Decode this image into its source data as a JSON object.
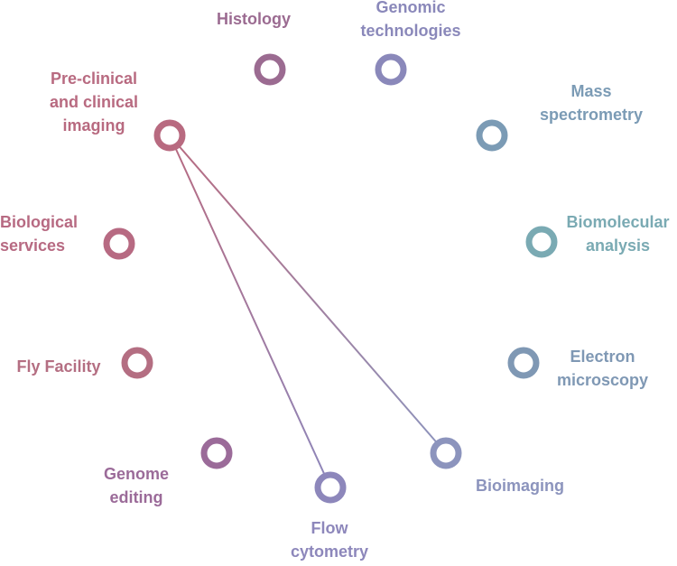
{
  "diagram": {
    "nodes": [
      {
        "id": "histology",
        "label": "Histology",
        "color": "#9b6b91"
      },
      {
        "id": "genomic",
        "label": "Genomic\ntechnologies",
        "color": "#8a88ba"
      },
      {
        "id": "mass",
        "label": "Mass\nspectrometry",
        "color": "#7b9bb5"
      },
      {
        "id": "biomolecular",
        "label": "Biomolecular\nanalysis",
        "color": "#7aaab3"
      },
      {
        "id": "electron",
        "label": "Electron\nmicroscopy",
        "color": "#7f98b4"
      },
      {
        "id": "bioimaging",
        "label": "Bioimaging",
        "color": "#8c94bd"
      },
      {
        "id": "flow",
        "label": "Flow\ncytometry",
        "color": "#8d87bb"
      },
      {
        "id": "genome",
        "label": "Genome\nediting",
        "color": "#9b6b99"
      },
      {
        "id": "fly",
        "label": "Fly Facility",
        "color": "#b46e82"
      },
      {
        "id": "bioservices",
        "label": "Biological\nservices",
        "color": "#b76a82"
      },
      {
        "id": "preclinical",
        "label": "Pre-clinical\nand clinical\nimaging",
        "color": "#b86a80"
      }
    ],
    "connections": [
      {
        "from": "preclinical",
        "to": "flow"
      },
      {
        "from": "preclinical",
        "to": "bioimaging"
      }
    ]
  }
}
